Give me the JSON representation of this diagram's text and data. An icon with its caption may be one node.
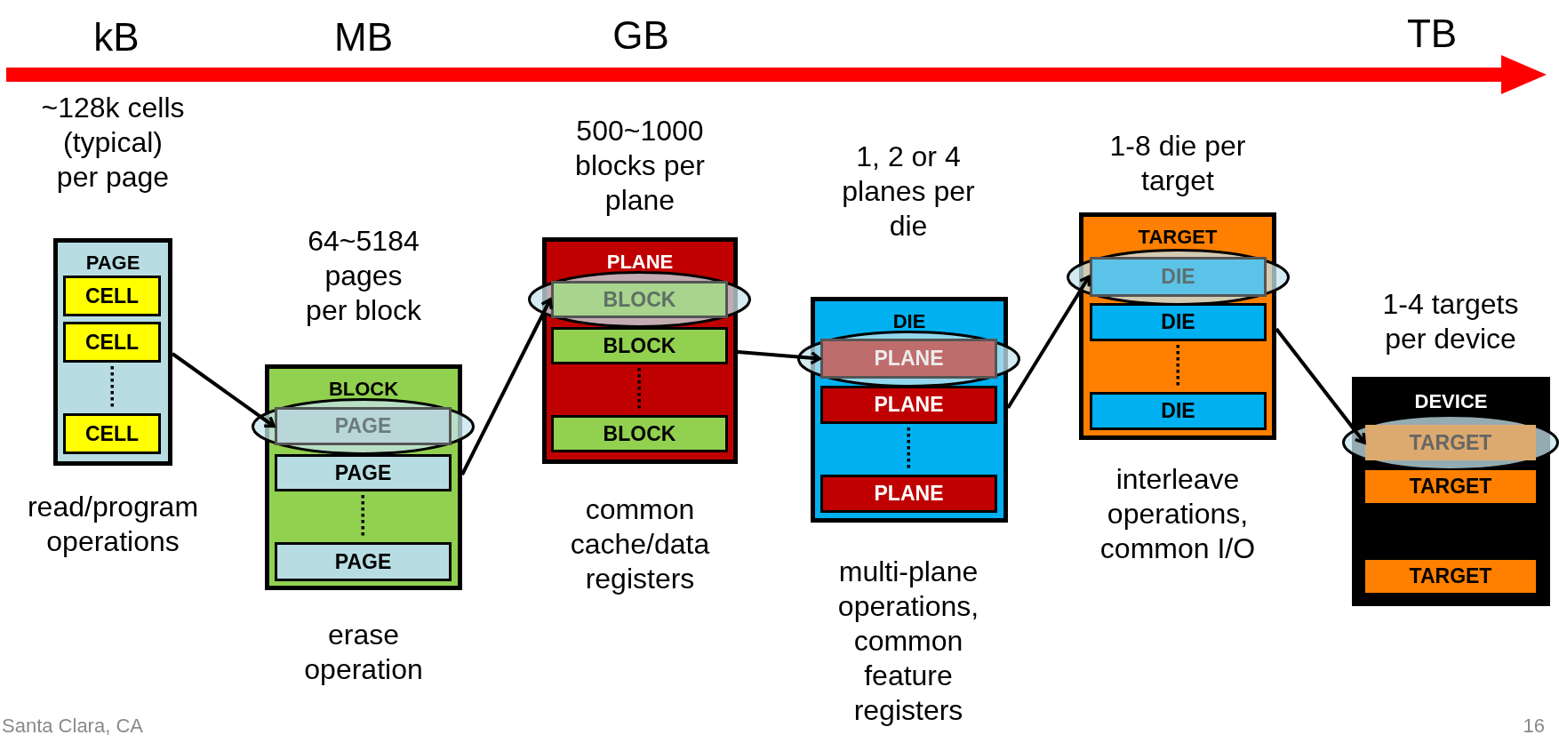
{
  "diagram": {
    "nodes": [
      {
        "text": [
          "PAGE"
        ],
        "beside": [
          "~128k cells (typical) per page",
          "read/program operations"
        ]
      },
      {
        "text": [
          "CELL"
        ],
        "in": 0
      },
      {
        "text": [
          "CELL"
        ],
        "in": 0
      },
      {
        "text": [
          "CELL"
        ],
        "in": 0
      },
      {
        "text": [
          "BLOCK"
        ],
        "beside": [
          "64~5184 pages per block",
          "erase operation"
        ]
      },
      {
        "text": [
          "PAGE"
        ],
        "in": 4
      },
      {
        "text": [
          "PAGE"
        ],
        "in": 4
      },
      {
        "text": [
          "PAGE"
        ],
        "in": 4
      },
      {
        "text": [
          "PLANE"
        ],
        "beside": [
          "500~1000 blocks per plane",
          "common cache/data registers"
        ]
      },
      {
        "text": [
          "BLOCK"
        ],
        "in": 8
      },
      {
        "text": [
          "BLOCK"
        ],
        "in": 8
      },
      {
        "text": [
          "BLOCK"
        ],
        "in": 8
      },
      {
        "text": [
          "DIE"
        ],
        "beside": [
          "1, 2 or 4 planes per die",
          "multi-plane operations, common feature registers"
        ]
      },
      {
        "text": [
          "PLANE"
        ],
        "in": 12
      },
      {
        "text": [
          "PLANE"
        ],
        "in": 12
      },
      {
        "text": [
          "PLANE"
        ],
        "in": 12
      },
      {
        "text": [
          "TARGET"
        ],
        "beside": [
          "1-8 die per target",
          "interleave operations, common I/O"
        ]
      },
      {
        "text": [
          "DIE"
        ],
        "in": 16
      },
      {
        "text": [
          "DIE"
        ],
        "in": 16
      },
      {
        "text": [
          "DIE"
        ],
        "in": 16
      },
      {
        "text": [
          "DEVICE"
        ],
        "beside": [
          "1-4 targets per device"
        ]
      },
      {
        "text": [
          "TARGET"
        ],
        "in": 20
      },
      {
        "text": [
          "TARGET"
        ],
        "in": 20
      },
      {
        "text": [
          "TARGET"
        ],
        "in": 20
      }
    ],
    "edges": [
      {
        "from": 0,
        "to": 5,
        "arrow": "to"
      },
      {
        "from": 4,
        "to": 9,
        "arrow": "to"
      },
      {
        "from": 8,
        "to": 13,
        "arrow": "to"
      },
      {
        "from": 12,
        "to": 17,
        "arrow": "to"
      },
      {
        "from": 16,
        "to": 21,
        "arrow": "to"
      }
    ],
    "labels": [
      "kB",
      "MB",
      "GB",
      "TB",
      "Santa Clara, CA",
      "16"
    ]
  }
}
